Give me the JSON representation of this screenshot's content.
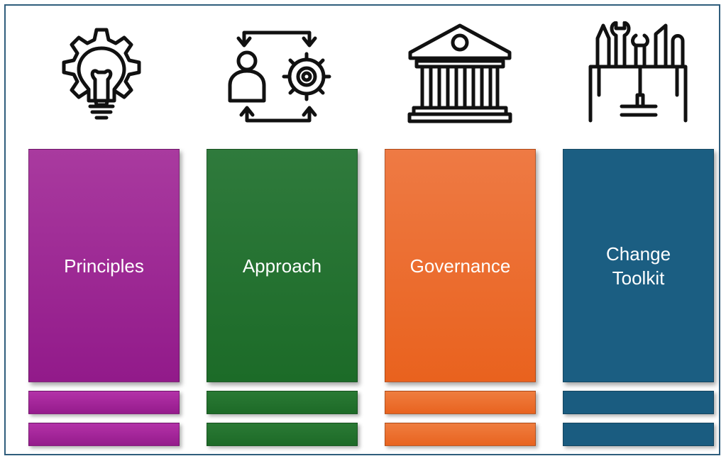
{
  "pillars": [
    {
      "label": "Principles",
      "color": "#a22d98",
      "icon": "lightbulb-gear-icon"
    },
    {
      "label": "Approach",
      "color": "#217232",
      "icon": "person-gear-cycle-icon"
    },
    {
      "label": "Governance",
      "color": "#ea6b2c",
      "icon": "institution-building-icon"
    },
    {
      "label": "Change\nToolkit",
      "color": "#1b5e82",
      "icon": "toolkit-icon"
    }
  ]
}
